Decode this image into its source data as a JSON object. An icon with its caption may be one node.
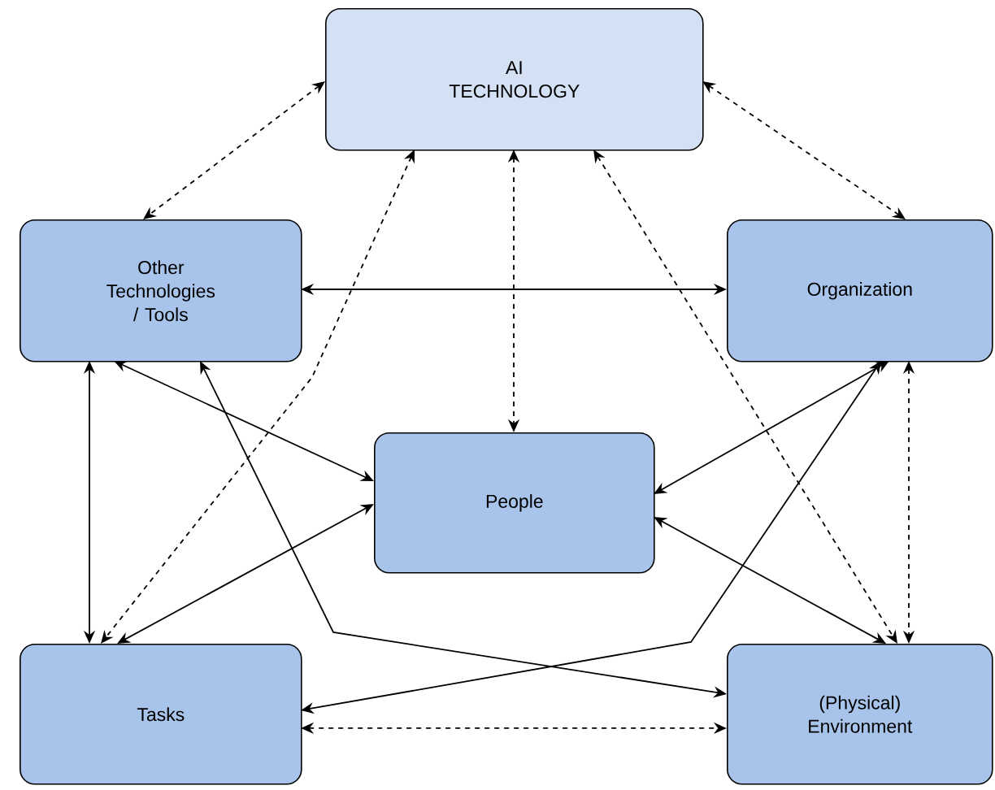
{
  "diagram": {
    "nodes": [
      {
        "text": [
          "AI TECHNOLOGY"
        ]
      },
      {
        "text": [
          "Other Technologies / Tools"
        ]
      },
      {
        "text": [
          "Organization"
        ]
      },
      {
        "text": [
          "People"
        ]
      },
      {
        "text": [
          "Tasks"
        ]
      },
      {
        "text": [
          "(Physical) Environment"
        ]
      }
    ],
    "edges": [
      {
        "from": 0,
        "to": 1,
        "arrow": "both",
        "style": "dashed"
      },
      {
        "from": 0,
        "to": 2,
        "arrow": "both",
        "style": "dashed"
      },
      {
        "from": 0,
        "to": 3,
        "arrow": "both",
        "style": "dashed"
      },
      {
        "from": 0,
        "to": 4,
        "arrow": "both",
        "style": "dashed"
      },
      {
        "from": 0,
        "to": 5,
        "arrow": "both",
        "style": "dashed"
      },
      {
        "from": 1,
        "to": 2,
        "arrow": "both"
      },
      {
        "from": 1,
        "to": 3,
        "arrow": "both"
      },
      {
        "from": 1,
        "to": 4,
        "arrow": "both"
      },
      {
        "from": 1,
        "to": 5,
        "arrow": "both"
      },
      {
        "from": 4,
        "to": 2,
        "arrow": "both"
      },
      {
        "from": 3,
        "to": 4,
        "arrow": "both"
      },
      {
        "from": 3,
        "to": 2,
        "arrow": "both"
      },
      {
        "from": 3,
        "to": 5,
        "arrow": "both"
      },
      {
        "from": 4,
        "to": 5,
        "arrow": "both",
        "style": "dashed"
      },
      {
        "from": 2,
        "to": 5,
        "arrow": "both",
        "style": "dashed"
      }
    ]
  }
}
